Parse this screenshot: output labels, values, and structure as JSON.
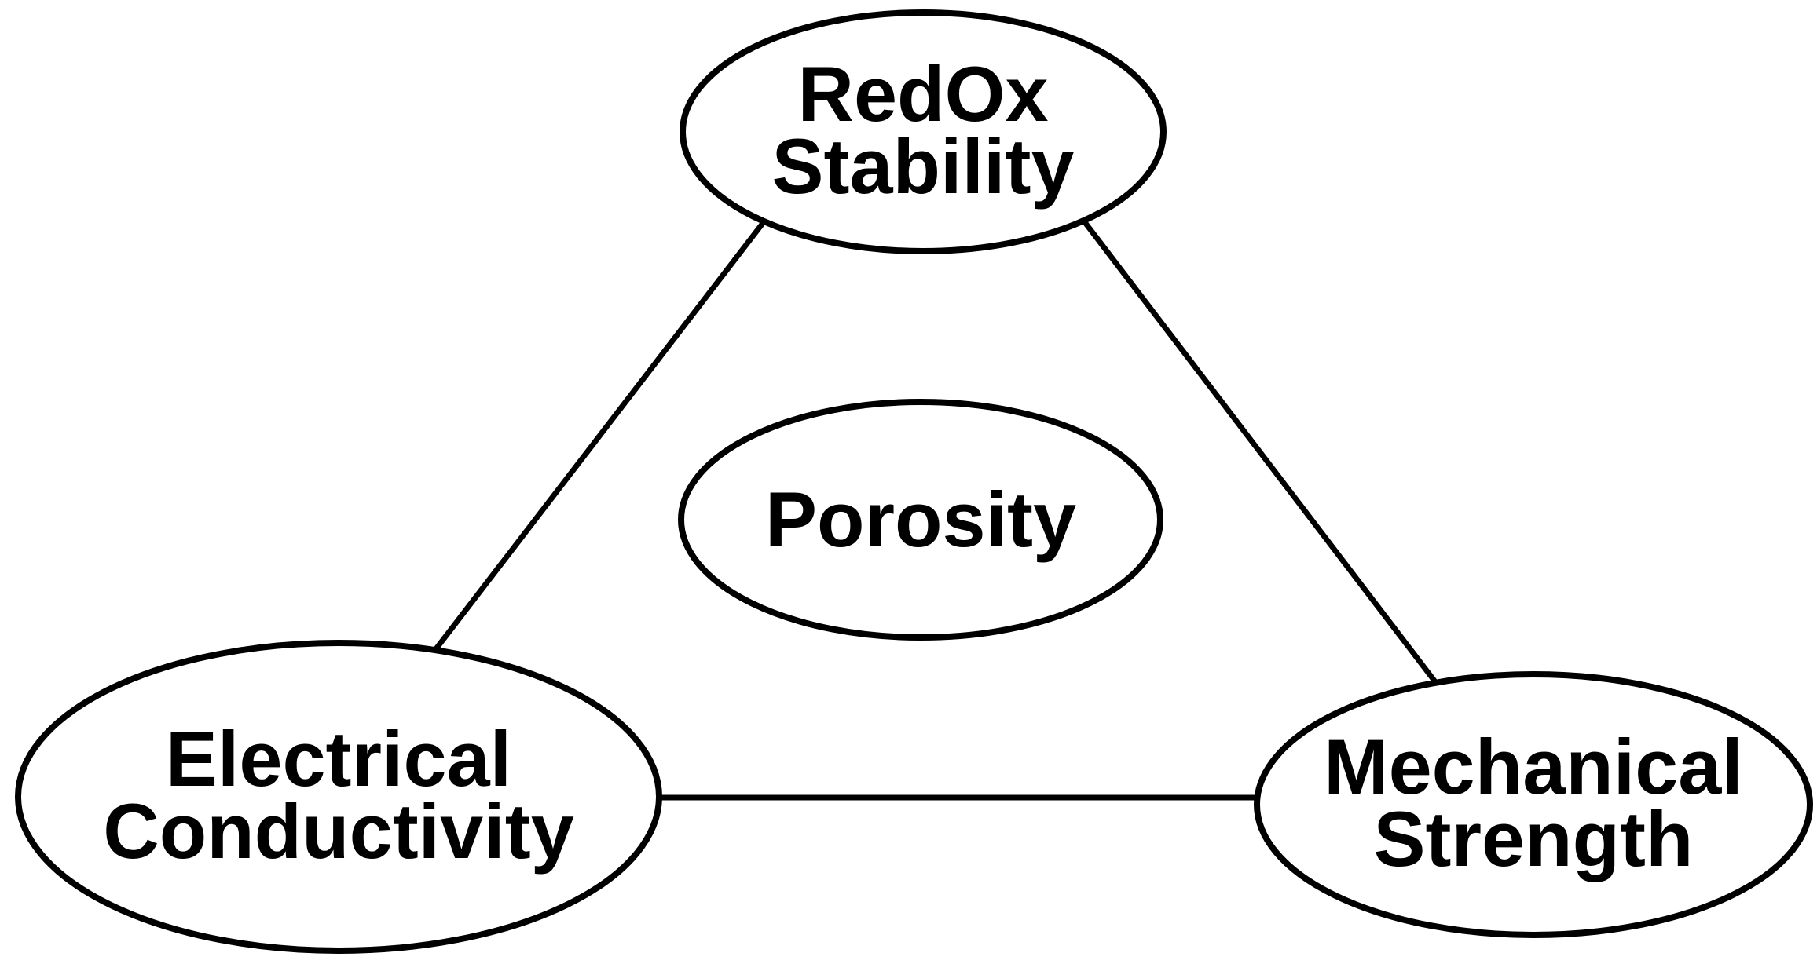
{
  "diagram": {
    "background_color": "#ffffff",
    "stroke_color": "#000000",
    "text_color": "#000000",
    "nodes": [
      {
        "id": "redox-stability",
        "lines": [
          "RedOx",
          "Stability"
        ]
      },
      {
        "id": "porosity",
        "lines": [
          "Porosity"
        ]
      },
      {
        "id": "electrical-conductivity",
        "lines": [
          "Electrical",
          "Conductivity"
        ]
      },
      {
        "id": "mechanical-strength",
        "lines": [
          "Mechanical",
          "Strength"
        ]
      }
    ],
    "edges": [
      {
        "from": "redox-stability",
        "to": "electrical-conductivity"
      },
      {
        "from": "redox-stability",
        "to": "mechanical-strength"
      },
      {
        "from": "electrical-conductivity",
        "to": "mechanical-strength"
      }
    ]
  }
}
